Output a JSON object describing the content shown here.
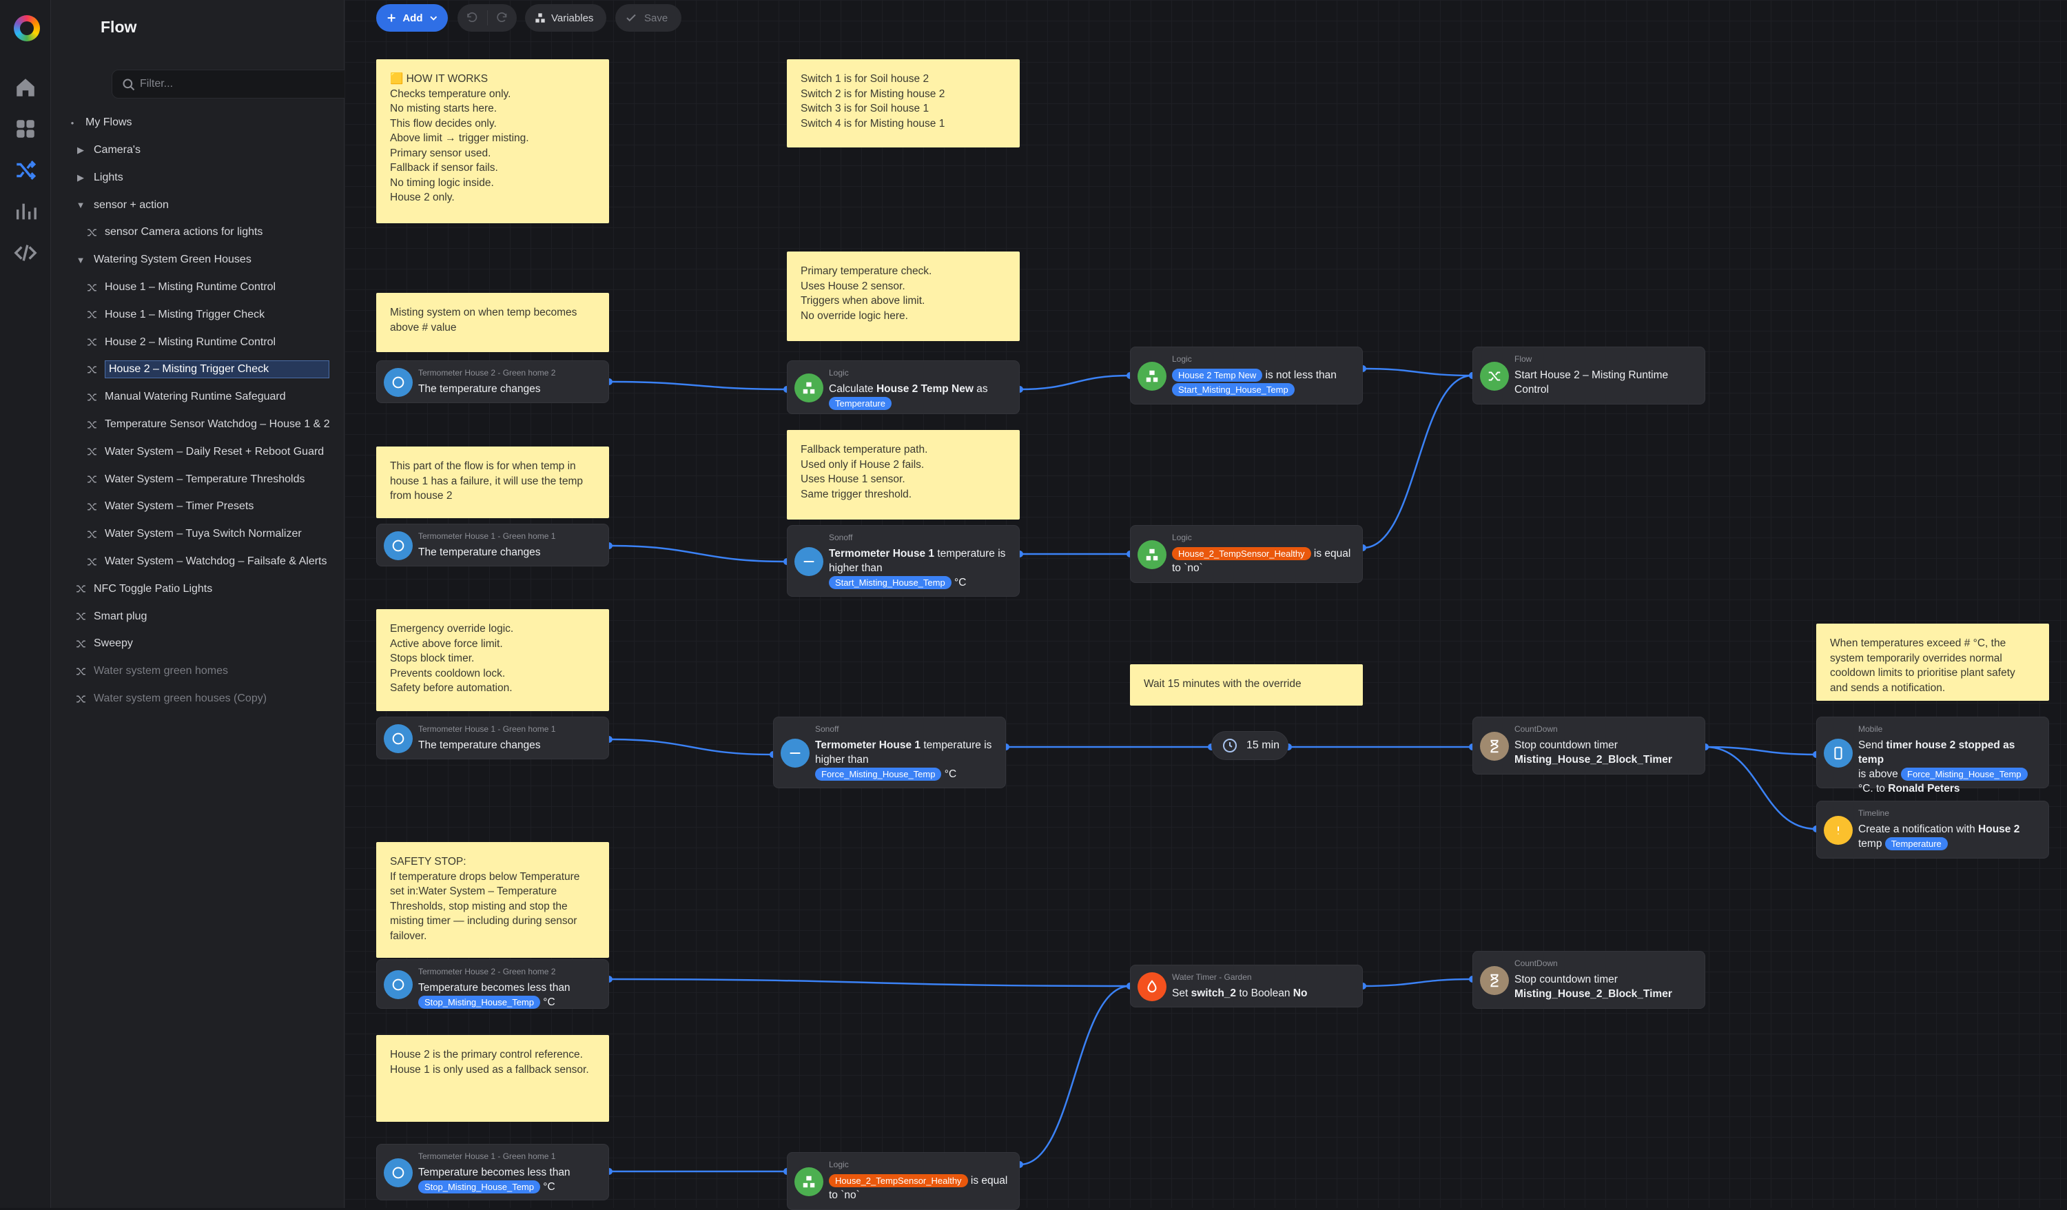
{
  "app": {
    "title": "Flow"
  },
  "sidebar": {
    "filter_placeholder": "Filter...",
    "root": "My Flows",
    "items": [
      {
        "label": "Camera's",
        "type": "folder",
        "expanded": false,
        "depth": 1
      },
      {
        "label": "Lights",
        "type": "folder",
        "expanded": false,
        "depth": 1
      },
      {
        "label": "sensor + action",
        "type": "folder",
        "expanded": true,
        "depth": 1
      },
      {
        "label": "sensor Camera actions for lights",
        "type": "flow",
        "depth": 2
      },
      {
        "label": "Watering System Green Houses",
        "type": "folder",
        "expanded": true,
        "depth": 1
      },
      {
        "label": "House 1 – Misting Runtime Control",
        "type": "flow",
        "depth": 2
      },
      {
        "label": "House 1 – Misting Trigger Check",
        "type": "flow",
        "depth": 2
      },
      {
        "label": "House 2 – Misting Runtime Control",
        "type": "flow",
        "depth": 2
      },
      {
        "label": "House 2 – Misting Trigger Check",
        "type": "flow",
        "depth": 2,
        "selected": true
      },
      {
        "label": "Manual Watering Runtime Safeguard",
        "type": "flow",
        "depth": 2
      },
      {
        "label": "Temperature Sensor Watchdog – House 1 & 2",
        "type": "flow",
        "depth": 2
      },
      {
        "label": "Water System – Daily Reset + Reboot Guard",
        "type": "flow",
        "depth": 2
      },
      {
        "label": "Water System – Temperature Thresholds",
        "type": "flow",
        "depth": 2
      },
      {
        "label": "Water System – Timer Presets",
        "type": "flow",
        "depth": 2
      },
      {
        "label": "Water System – Tuya Switch Normalizer",
        "type": "flow",
        "depth": 2
      },
      {
        "label": "Water System – Watchdog – Failsafe & Alerts",
        "type": "flow",
        "depth": 2
      },
      {
        "label": "NFC Toggle Patio Lights",
        "type": "flow",
        "depth": 1
      },
      {
        "label": "Smart plug",
        "type": "flow",
        "depth": 1
      },
      {
        "label": "Sweepy",
        "type": "flow",
        "depth": 1
      },
      {
        "label": "Water system green homes",
        "type": "flow",
        "depth": 1,
        "disabled": true
      },
      {
        "label": "Water system green houses (Copy)",
        "type": "flow",
        "depth": 1,
        "disabled": true
      }
    ]
  },
  "toolbar": {
    "add": "Add",
    "variables": "Variables",
    "save": "Save"
  },
  "notes": {
    "how_it_works": "🟨 HOW IT WORKS\nChecks temperature only.\nNo misting starts here.\nThis flow decides only.\nAbove limit → trigger misting.\nPrimary sensor used.\nFallback if sensor fails.\nNo timing logic inside.\nHouse 2 only.",
    "switches": "Switch 1 is for Soil house 2\nSwitch 2 is for Misting house 2\nSwitch 3 is for Soil house 1\nSwitch 4 is for Misting house 1",
    "primary": "Primary temperature check.\nUses House 2 sensor.\nTriggers when above limit.\nNo override logic here.",
    "misting_on": "Misting system on when temp becomes above # value",
    "failure": "This part of the flow is for when temp in house 1 has a failure, it will use the temp from house 2",
    "fallback": "Fallback temperature path.\nUsed only if House 2 fails.\nUses House 1 sensor.\nSame trigger threshold.",
    "emergency": "Emergency override logic.\nActive above force limit.\nStops block timer.\nPrevents cooldown lock.\nSafety before automation.",
    "wait": "Wait 15 minutes with the override",
    "exceed": "When temperatures exceed # °C, the system temporarily overrides normal cooldown limits to prioritise plant safety and sends a notification.",
    "safety": "SAFETY STOP:\nIf temperature drops below Temperature set in:Water System – Temperature Thresholds, stop misting and stop the misting timer — including during sensor failover.",
    "primary_ref": "House 2 is the primary control reference.\nHouse 1 is only used as a fallback sensor."
  },
  "cards": {
    "c1": {
      "sub": "Termometer House 2 - Green home 2",
      "t1": "The temperature changes"
    },
    "c2": {
      "sub": "Logic",
      "t1": "Calculate ",
      "b1": "House 2 Temp New",
      "t2": " as",
      "chip": "Temperature"
    },
    "c3": {
      "sub": "Logic",
      "chip": "House 2 Temp New",
      "t1": " is not less than",
      "chip2": "Start_Misting_House_Temp"
    },
    "c4": {
      "sub": "Flow",
      "t1": "Start House 2 – Misting Runtime Control"
    },
    "c5": {
      "sub": "Termometer House 1 - Green home 1",
      "t1": "The temperature changes"
    },
    "c6": {
      "sub": "Sonoff",
      "b1": "Termometer House 1",
      "t1": " temperature is higher than",
      "chip": "Start_Misting_House_Temp",
      "t2": " °C"
    },
    "c7": {
      "sub": "Logic",
      "chip": "House_2_TempSensor_Healthy",
      "t1": " is equal to `no`"
    },
    "c8": {
      "sub": "Termometer House 1 - Green home 1",
      "t1": "The temperature changes"
    },
    "c9": {
      "sub": "Sonoff",
      "b1": "Termometer House 1",
      "t1": " temperature is higher than",
      "chip": "Force_Misting_House_Temp",
      "t2": " °C"
    },
    "delay": "15 min",
    "c10": {
      "sub": "CountDown",
      "t1": "Stop countdown timer",
      "b1": "Misting_House_2_Block_Timer"
    },
    "c11": {
      "sub": "Mobile",
      "t1": "Send ",
      "b1": "timer house 2 stopped as temp",
      "t2": " is above",
      "chip": "Force_Misting_House_Temp",
      "t3": " °C. to ",
      "b2": "Ronald Peters"
    },
    "c12": {
      "sub": "Timeline",
      "t1": "Create a notification with ",
      "b1": "House 2",
      "t2": " temp",
      "chip": "Temperature"
    },
    "c13": {
      "sub": "Termometer House 2 - Green home 2",
      "t1": "Temperature becomes less than",
      "chip": "Stop_Misting_House_Temp",
      "t2": " °C"
    },
    "c14": {
      "sub": "Water Timer - Garden",
      "t1": "Set ",
      "b1": "switch_2",
      "t2": " to Boolean ",
      "b2": "No"
    },
    "c15": {
      "sub": "CountDown",
      "t1": "Stop countdown timer",
      "b1": "Misting_House_2_Block_Timer"
    },
    "c16": {
      "sub": "Termometer House 1 - Green home 1",
      "t1": "Temperature becomes less than",
      "chip": "Stop_Misting_House_Temp",
      "t2": " °C"
    },
    "c17": {
      "sub": "Logic",
      "chip": "House_2_TempSensor_Healthy",
      "t1": " is equal to `no`"
    }
  },
  "colors": {
    "accent": "#3b82f6",
    "logic": "#4caf50",
    "device": "#3b8fd6",
    "countdown": "#a08a6f",
    "water": "#f4511e",
    "timeline": "#fbc02d",
    "chip_orange": "#ea580c",
    "note": "#fff2a8"
  }
}
